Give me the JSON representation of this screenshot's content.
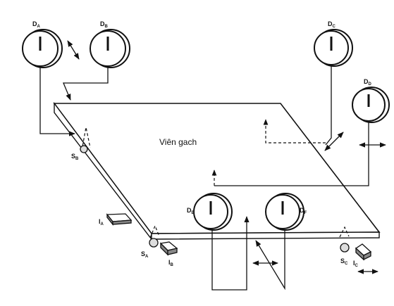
{
  "diagram": {
    "center_label": "Viên gach",
    "gauges": [
      {
        "id": "DA",
        "letter": "D",
        "sub": "A"
      },
      {
        "id": "DB",
        "letter": "D",
        "sub": "B"
      },
      {
        "id": "DC",
        "letter": "D",
        "sub": "C"
      },
      {
        "id": "DD",
        "letter": "D",
        "sub": "D"
      },
      {
        "id": "DE",
        "letter": "D",
        "sub": "E"
      },
      {
        "id": "DF",
        "letter": "D",
        "sub": "F"
      }
    ],
    "supports": [
      {
        "id": "SA",
        "letter": "S",
        "sub": "A"
      },
      {
        "id": "SB",
        "letter": "S",
        "sub": "B"
      },
      {
        "id": "SC",
        "letter": "S",
        "sub": "C"
      }
    ],
    "pins": [
      {
        "id": "IA",
        "letter": "I",
        "sub": "A"
      },
      {
        "id": "IB",
        "letter": "I",
        "sub": "B"
      },
      {
        "id": "IC",
        "letter": "I",
        "sub": "C"
      }
    ]
  }
}
